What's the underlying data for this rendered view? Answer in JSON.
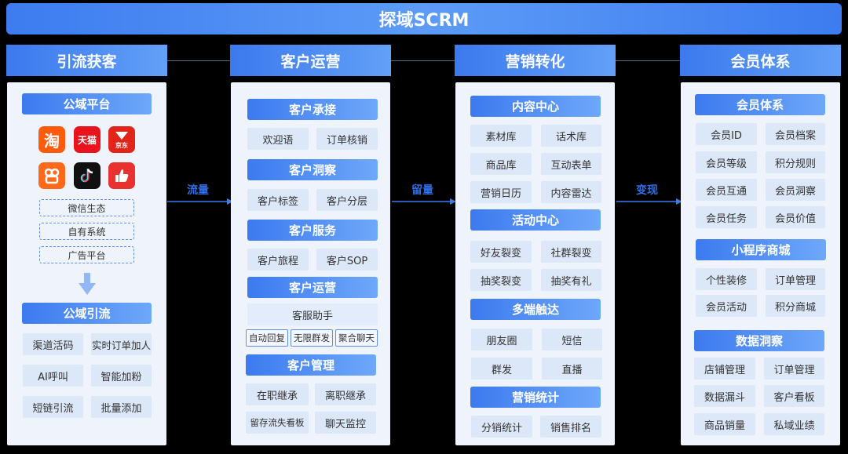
{
  "title": "探域SCRM",
  "columns": {
    "c1": "引流获客",
    "c2": "客户运营",
    "c3": "营销转化",
    "c4": "会员体系"
  },
  "flows": {
    "f1": "流量",
    "f2": "留量",
    "f3": "变现"
  },
  "col1": {
    "public_domain": "公域平台",
    "icons": {
      "taobao": "淘",
      "tmall": "天猫",
      "jd": "京东",
      "kuaishou": "",
      "douyin": "",
      "like": ""
    },
    "sources": [
      "微信生态",
      "自有系统",
      "广告平台"
    ],
    "traffic_title": "公域引流",
    "traffic_items": [
      "渠道活码",
      "实时订单加人",
      "AI呼叫",
      "智能加粉",
      "短链引流",
      "批量添加"
    ]
  },
  "col2": {
    "s1_title": "客户承接",
    "s1_items": [
      "欢迎语",
      "订单核销"
    ],
    "s2_title": "客户洞察",
    "s2_items": [
      "客户标签",
      "客户分层"
    ],
    "s3_title": "客户服务",
    "s3_items": [
      "客户旅程",
      "客户SOP"
    ],
    "s4_title": "客户运营",
    "s4_wide": "客服助手",
    "s4_small": [
      "自动回复",
      "无限群发",
      "聚合聊天"
    ],
    "s5_title": "客户管理",
    "s5_items": [
      "在职继承",
      "离职继承",
      "留存流失看板",
      "聊天监控"
    ]
  },
  "col3": {
    "s1_title": "内容中心",
    "s1_items": [
      "素材库",
      "话术库",
      "商品库",
      "互动表单",
      "营销日历",
      "内容雷达"
    ],
    "s2_title": "活动中心",
    "s2_items": [
      "好友裂变",
      "社群裂变",
      "抽奖裂变",
      "抽奖有礼"
    ],
    "s3_title": "多端触达",
    "s3_items": [
      "朋友圈",
      "短信",
      "群发",
      "直播"
    ],
    "s4_title": "营销统计",
    "s4_items": [
      "分销统计",
      "销售排名"
    ]
  },
  "col4": {
    "s1_title": "会员体系",
    "s1_items": [
      "会员ID",
      "会员档案",
      "会员等级",
      "积分规则",
      "会员互通",
      "会员洞察",
      "会员任务",
      "会员价值"
    ],
    "s2_title": "小程序商城",
    "s2_items": [
      "个性装修",
      "订单管理",
      "会员活动",
      "积分商城"
    ],
    "s3_title": "数据洞察",
    "s3_items": [
      "店铺管理",
      "订单管理",
      "数据漏斗",
      "客户看板",
      "商品销量",
      "私域业绩"
    ]
  },
  "colors": {
    "primary": "#3c7aef",
    "panel": "#eef3fc",
    "cell": "#dce7f8"
  }
}
